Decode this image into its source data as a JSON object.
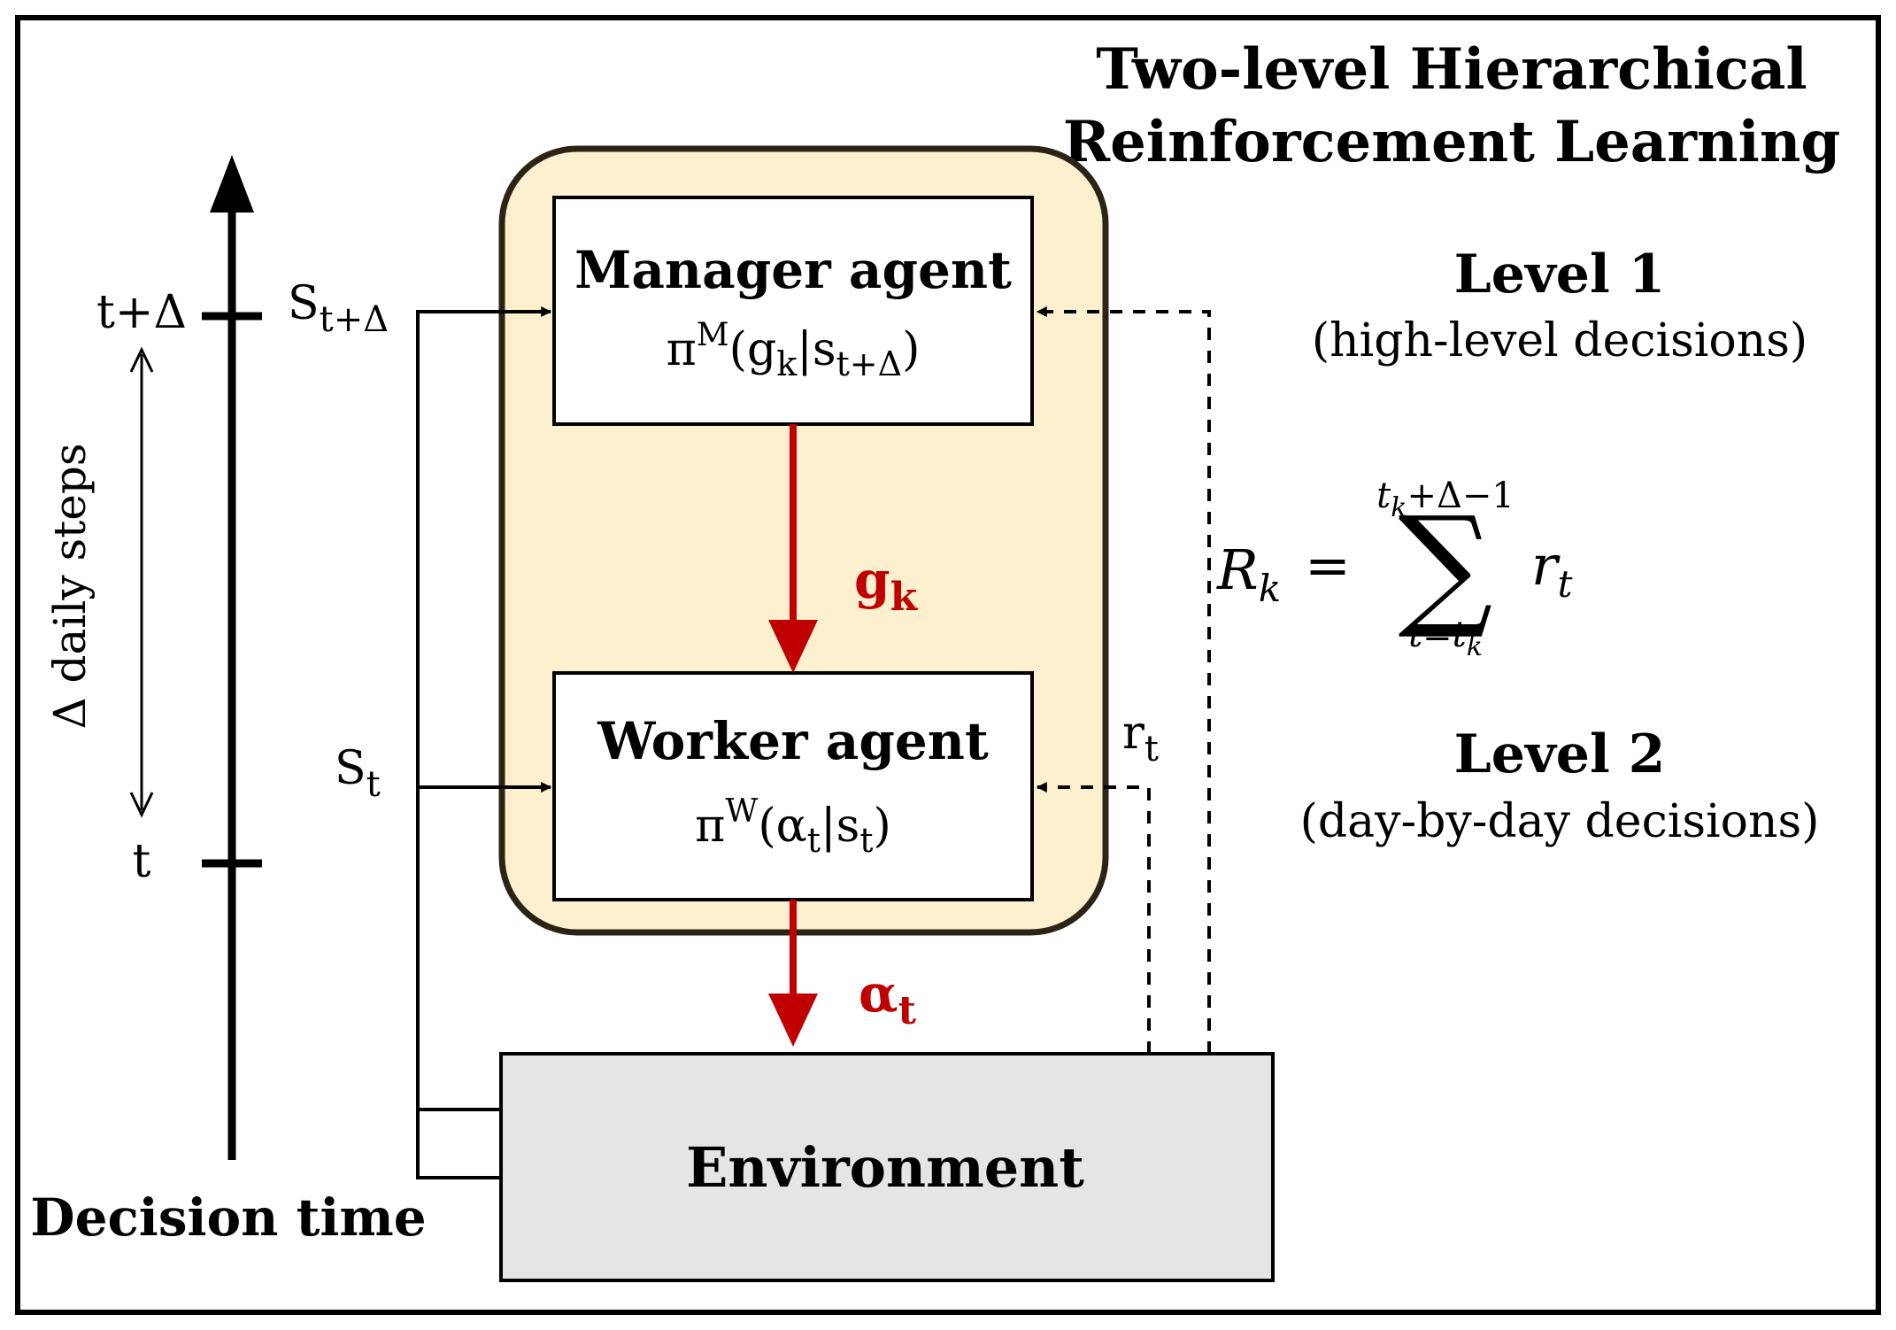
{
  "title": {
    "line1": "Two-level Hierarchical",
    "line2": "Reinforcement Learning"
  },
  "timeline": {
    "top_tick": "t+Δ",
    "bottom_tick": "t",
    "span_label": "Δ daily steps",
    "axis_label": "Decision time"
  },
  "states": {
    "upper": {
      "base": "S",
      "sub": "t+Δ"
    },
    "lower": {
      "base": "S",
      "sub": "t"
    }
  },
  "manager": {
    "title": "Manager agent",
    "policy": {
      "pi": "π",
      "sup": "M",
      "open": "(",
      "g": "g",
      "g_sub": "k",
      "bar": "|",
      "s": "s",
      "s_sub": "t+Δ",
      "close": ")"
    }
  },
  "worker": {
    "title": "Worker agent",
    "policy": {
      "pi": "π",
      "sup": "W",
      "open": "(",
      "a": "α",
      "a_sub": "t",
      "bar": "|",
      "s": "s",
      "s_sub": "t",
      "close": ")"
    }
  },
  "environment": {
    "label": "Environment"
  },
  "goal_signal": {
    "base": "g",
    "sub": "k"
  },
  "action_signal": {
    "base": "α",
    "sub": "t"
  },
  "reward": {
    "base": "r",
    "sub": "t"
  },
  "levels": {
    "level1": {
      "title": "Level 1",
      "desc": "(high-level decisions)"
    },
    "level2": {
      "title": "Level 2",
      "desc": "(day-by-day decisions)"
    }
  },
  "formula": {
    "R": "R",
    "R_sub": "k",
    "equals": "=",
    "sigma": "∑",
    "upper_t": "t",
    "upper_t_sub": "k",
    "upper_rest": "+Δ−1",
    "lower_t": "t=t",
    "lower_t_sub": "k",
    "r": "r",
    "r_sub": "t"
  },
  "colors": {
    "agent_panel_fill": "#fdf0cf",
    "agent_panel_stroke": "#2b2414",
    "environment_fill": "#e5e5e5",
    "signal_red": "#c00000"
  }
}
